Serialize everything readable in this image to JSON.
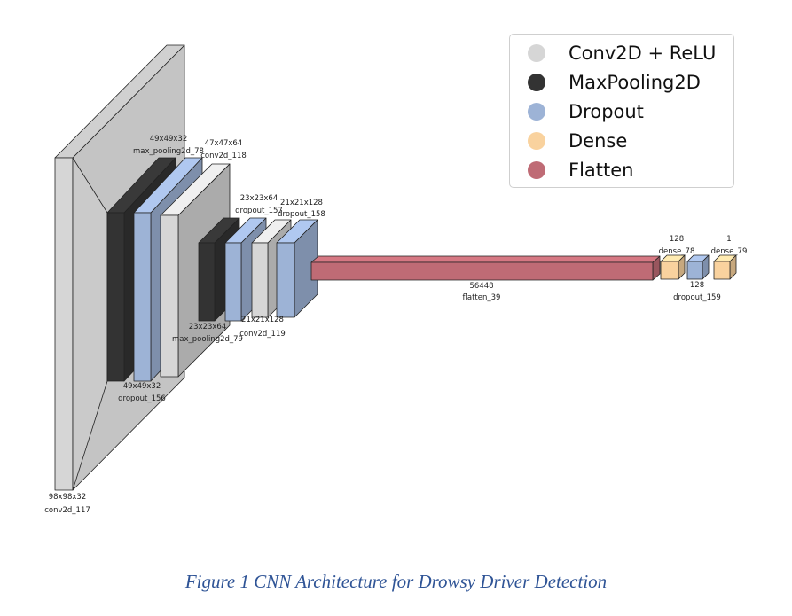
{
  "caption": "Figure 1 CNN Architecture for Drowsy Driver Detection",
  "legend": [
    {
      "label": "Conv2D + ReLU",
      "color": "#d6d6d6"
    },
    {
      "label": "MaxPooling2D",
      "color": "#333333"
    },
    {
      "label": "Dropout",
      "color": "#9db3d6"
    },
    {
      "label": "Dense",
      "color": "#f9d29e"
    },
    {
      "label": "Flatten",
      "color": "#bf6b75"
    }
  ],
  "layers": [
    {
      "shape": "98x98x32",
      "name": "conv2d_117",
      "type": "conv"
    },
    {
      "shape": "49x49x32",
      "name": "max_pooling2d_78",
      "type": "pool"
    },
    {
      "shape": "49x49x32",
      "name": "dropout_156",
      "type": "dropout"
    },
    {
      "shape": "47x47x64",
      "name": "conv2d_118",
      "type": "conv"
    },
    {
      "shape": "23x23x64",
      "name": "max_pooling2d_79",
      "type": "pool"
    },
    {
      "shape": "23x23x64",
      "name": "dropout_157",
      "type": "dropout"
    },
    {
      "shape": "21x21x128",
      "name": "conv2d_119",
      "type": "conv"
    },
    {
      "shape": "21x21x128",
      "name": "dropout_158",
      "type": "dropout"
    },
    {
      "shape": "56448",
      "name": "flatten_39",
      "type": "flatten"
    },
    {
      "shape": "128",
      "name": "dense_78",
      "type": "dense"
    },
    {
      "shape": "128",
      "name": "dropout_159",
      "type": "dropout"
    },
    {
      "shape": "1",
      "name": "dense_79",
      "type": "dense"
    }
  ]
}
